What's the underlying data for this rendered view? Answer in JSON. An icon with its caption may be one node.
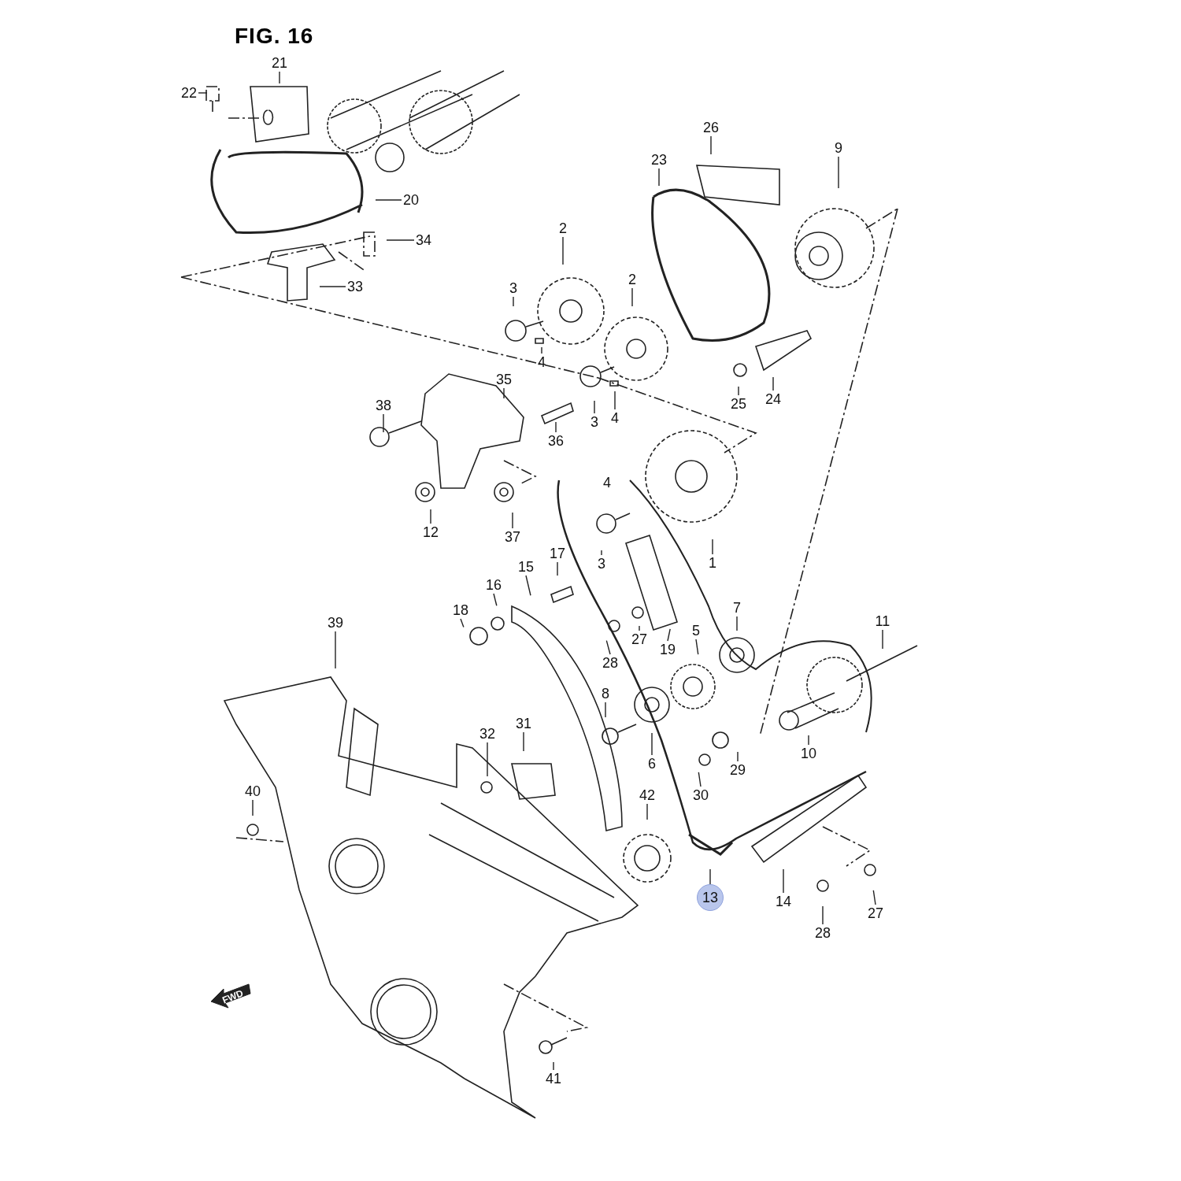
{
  "diagram": {
    "title": "FIG. 16",
    "nodes": [
      {
        "text": [
          "21"
        ]
      },
      {
        "text": [
          "22"
        ]
      },
      {
        "text": [
          "26"
        ]
      },
      {
        "text": [
          "9"
        ]
      },
      {
        "text": [
          "23"
        ]
      },
      {
        "text": [
          "20"
        ]
      },
      {
        "text": [
          "2"
        ]
      },
      {
        "text": [
          "34"
        ]
      },
      {
        "text": [
          "3"
        ]
      },
      {
        "text": [
          "2"
        ]
      },
      {
        "text": [
          "33"
        ]
      },
      {
        "text": [
          "4"
        ]
      },
      {
        "text": [
          "35"
        ]
      },
      {
        "text": [
          "24"
        ]
      },
      {
        "text": [
          "25"
        ]
      },
      {
        "text": [
          "38"
        ]
      },
      {
        "text": [
          "3"
        ]
      },
      {
        "text": [
          "4"
        ]
      },
      {
        "text": [
          "36"
        ]
      },
      {
        "text": [
          "4"
        ]
      },
      {
        "text": [
          "12"
        ]
      },
      {
        "text": [
          "37"
        ]
      },
      {
        "text": [
          "3"
        ]
      },
      {
        "text": [
          "1"
        ]
      },
      {
        "text": [
          "17"
        ]
      },
      {
        "text": [
          "15"
        ]
      },
      {
        "text": [
          "16"
        ]
      },
      {
        "text": [
          "18"
        ]
      },
      {
        "text": [
          "7"
        ]
      },
      {
        "text": [
          "11"
        ]
      },
      {
        "text": [
          "39"
        ]
      },
      {
        "text": [
          "27"
        ]
      },
      {
        "text": [
          "28"
        ]
      },
      {
        "text": [
          "19"
        ]
      },
      {
        "text": [
          "5"
        ]
      },
      {
        "text": [
          "8"
        ]
      },
      {
        "text": [
          "31"
        ]
      },
      {
        "text": [
          "32"
        ]
      },
      {
        "text": [
          "6"
        ]
      },
      {
        "text": [
          "10"
        ]
      },
      {
        "text": [
          "29"
        ]
      },
      {
        "text": [
          "30"
        ]
      },
      {
        "text": [
          "40"
        ]
      },
      {
        "text": [
          "42"
        ]
      },
      {
        "text": [
          "13"
        ]
      },
      {
        "text": [
          "14"
        ]
      },
      {
        "text": [
          "28"
        ]
      },
      {
        "text": [
          "27"
        ]
      },
      {
        "text": [
          "41"
        ]
      }
    ],
    "edges": [
      {
        "from": 0,
        "to": null,
        "arrow": "none"
      },
      {
        "from": 1,
        "to": null,
        "arrow": "none"
      },
      {
        "from": 2,
        "to": null,
        "arrow": "none"
      },
      {
        "from": 3,
        "to": null,
        "arrow": "none"
      },
      {
        "from": 4,
        "to": null,
        "arrow": "none"
      },
      {
        "from": 5,
        "to": null,
        "arrow": "none"
      },
      {
        "from": 6,
        "to": null,
        "arrow": "none"
      },
      {
        "from": 7,
        "to": null,
        "arrow": "none"
      },
      {
        "from": 8,
        "to": null,
        "arrow": "none"
      },
      {
        "from": 9,
        "to": null,
        "arrow": "none"
      },
      {
        "from": 10,
        "to": null,
        "arrow": "none"
      },
      {
        "from": 11,
        "to": null,
        "arrow": "none"
      },
      {
        "from": 12,
        "to": null,
        "arrow": "none"
      },
      {
        "from": 13,
        "to": null,
        "arrow": "none"
      },
      {
        "from": 14,
        "to": null,
        "arrow": "none"
      },
      {
        "from": 15,
        "to": null,
        "arrow": "none"
      },
      {
        "from": 16,
        "to": null,
        "arrow": "none"
      },
      {
        "from": 17,
        "to": null,
        "arrow": "none"
      },
      {
        "from": 18,
        "to": null,
        "arrow": "none"
      },
      {
        "from": 19,
        "to": null,
        "arrow": "none"
      },
      {
        "from": 20,
        "to": null,
        "arrow": "none"
      },
      {
        "from": 21,
        "to": null,
        "arrow": "none"
      },
      {
        "from": 22,
        "to": null,
        "arrow": "none"
      },
      {
        "from": 23,
        "to": null,
        "arrow": "none"
      },
      {
        "from": 24,
        "to": null,
        "arrow": "none"
      },
      {
        "from": 25,
        "to": null,
        "arrow": "none"
      },
      {
        "from": 26,
        "to": null,
        "arrow": "none"
      },
      {
        "from": 27,
        "to": null,
        "arrow": "none"
      },
      {
        "from": 28,
        "to": null,
        "arrow": "none"
      },
      {
        "from": 29,
        "to": null,
        "arrow": "none"
      },
      {
        "from": 30,
        "to": null,
        "arrow": "none"
      },
      {
        "from": 31,
        "to": null,
        "arrow": "none"
      },
      {
        "from": 32,
        "to": null,
        "arrow": "none"
      },
      {
        "from": 33,
        "to": null,
        "arrow": "none"
      },
      {
        "from": 34,
        "to": null,
        "arrow": "none"
      },
      {
        "from": 35,
        "to": null,
        "arrow": "none"
      },
      {
        "from": 36,
        "to": null,
        "arrow": "none"
      },
      {
        "from": 37,
        "to": null,
        "arrow": "none"
      },
      {
        "from": 38,
        "to": null,
        "arrow": "none"
      },
      {
        "from": 39,
        "to": null,
        "arrow": "none"
      },
      {
        "from": 40,
        "to": null,
        "arrow": "none"
      },
      {
        "from": 41,
        "to": null,
        "arrow": "none"
      },
      {
        "from": 42,
        "to": null,
        "arrow": "none"
      },
      {
        "from": 43,
        "to": null,
        "arrow": "none"
      },
      {
        "from": 44,
        "to": null,
        "arrow": "none"
      },
      {
        "from": 45,
        "to": null,
        "arrow": "none"
      },
      {
        "from": 46,
        "to": null,
        "arrow": "none"
      },
      {
        "from": 47,
        "to": null,
        "arrow": "none"
      },
      {
        "from": 48,
        "to": null,
        "arrow": "none"
      }
    ],
    "labels": [
      "FWD"
    ]
  }
}
